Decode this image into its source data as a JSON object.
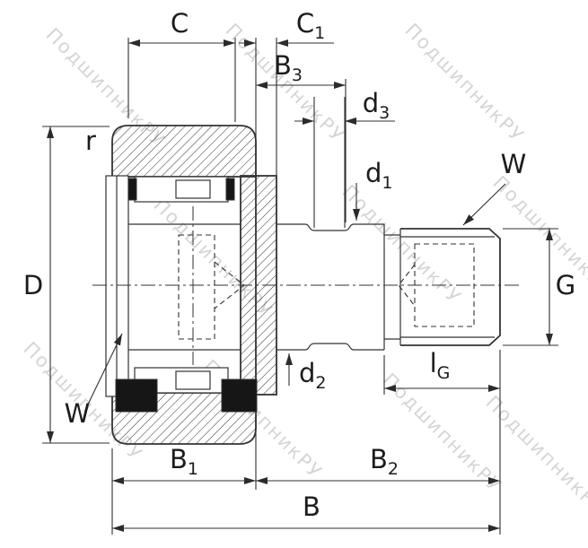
{
  "watermark": {
    "text": "ПодшипникРУ"
  },
  "labels": {
    "C": {
      "text": "C"
    },
    "C1": {
      "base": "C",
      "sub": "1"
    },
    "B3": {
      "base": "B",
      "sub": "3"
    },
    "d3": {
      "base": "d",
      "sub": "3"
    },
    "d1": {
      "base": "d",
      "sub": "1"
    },
    "r": {
      "text": "r"
    },
    "D": {
      "text": "D"
    },
    "W_stud": {
      "text": "W"
    },
    "G": {
      "text": "G"
    },
    "d2": {
      "base": "d",
      "sub": "2"
    },
    "lG": {
      "base": "l",
      "sub": "G"
    },
    "W_roller": {
      "text": "W"
    },
    "B1": {
      "base": "B",
      "sub": "1"
    },
    "B2": {
      "base": "B",
      "sub": "2"
    },
    "B": {
      "text": "B"
    }
  },
  "colors": {
    "line": "#333333",
    "dim": "#2f2f2f",
    "watermark": "#bcbcbc",
    "seal": "#161616",
    "background": "#ffffff"
  }
}
